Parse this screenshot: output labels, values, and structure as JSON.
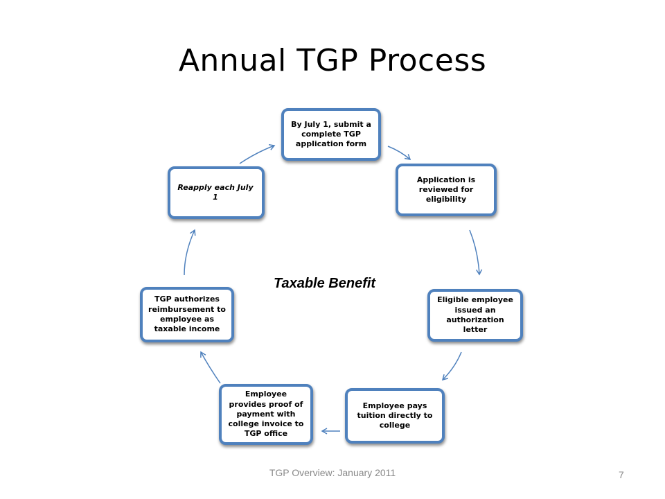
{
  "slide": {
    "title": "Annual TGP Process",
    "center_label": "Taxable Benefit",
    "footer": "TGP Overview: January 2011",
    "page_number": "7"
  },
  "colors": {
    "node_border": "#4f81bd",
    "arrow": "#4f81bd",
    "footer_text": "#888888"
  },
  "cycle": {
    "steps": [
      {
        "label": "By July 1, submit a complete TGP application form"
      },
      {
        "label": "Application is reviewed for eligibility"
      },
      {
        "label": "Eligible employee issued an authorization letter"
      },
      {
        "label": "Employee pays tuition directly to college"
      },
      {
        "label": "Employee provides proof of payment  with college invoice to TGP office"
      },
      {
        "label": "TGP authorizes reimbursement to employee as taxable income"
      },
      {
        "label": "Reapply each July 1"
      }
    ]
  }
}
